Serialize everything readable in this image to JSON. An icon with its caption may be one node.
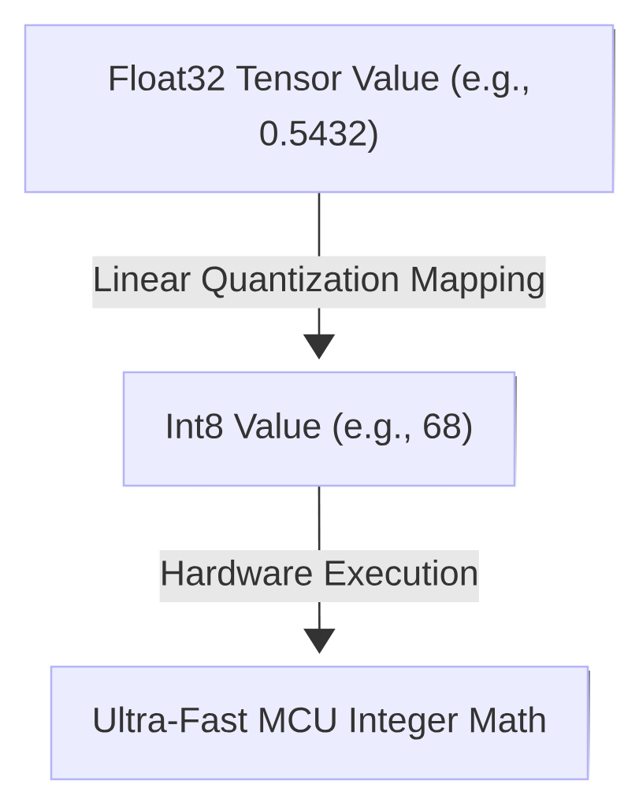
{
  "diagram": {
    "nodes": [
      {
        "text": [
          "Float32 Tensor Value (e.g., 0.5432)"
        ]
      },
      {
        "text": [
          "Int8 Value (e.g., 68)"
        ]
      },
      {
        "text": [
          "Ultra-Fast MCU Integer Math"
        ]
      }
    ],
    "edges": [
      {
        "from": 0,
        "to": 1,
        "arrow": "to",
        "label": "Linear Quantization Mapping"
      },
      {
        "from": 1,
        "to": 2,
        "arrow": "to",
        "label": "Hardware Execution"
      }
    ]
  }
}
